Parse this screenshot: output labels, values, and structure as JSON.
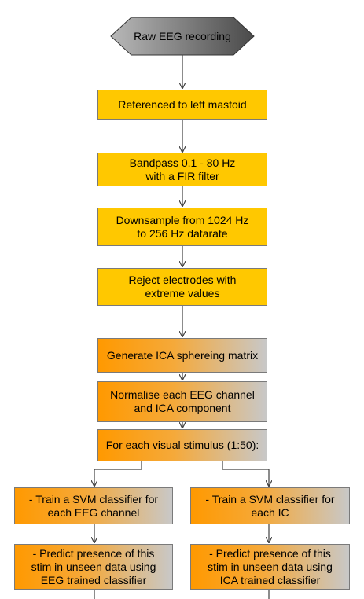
{
  "nodes": {
    "start": "Raw EEG recording",
    "reference": "Referenced to left mastoid",
    "bandpass": "Bandpass 0.1 - 80 Hz\nwith a FIR filter",
    "downsample": "Downsample from 1024 Hz\nto 256 Hz datarate",
    "reject": "Reject electrodes with\nextreme values",
    "ica": "Generate ICA sphereing matrix",
    "normalise": "Normalise each EEG channel\nand ICA component",
    "loop": "For each visual stimulus (1:50):",
    "train_eeg": "- Train a SVM classifier for\neach EEG channel",
    "train_ic": "- Train a SVM classifier for\neach IC",
    "predict_eeg": "- Predict presence of this\nstim in unseen data using\nEEG trained classifier",
    "predict_ica": "- Predict presence of this\nstim in unseen data using\nICA trained classifier"
  },
  "colors": {
    "yellow": "#ffc800",
    "orange": "#ff9900",
    "grey": "#c8c8c8",
    "diamond_light": "#a8a8a8",
    "diamond_dark": "#5a5a5a",
    "line": "#404040"
  }
}
